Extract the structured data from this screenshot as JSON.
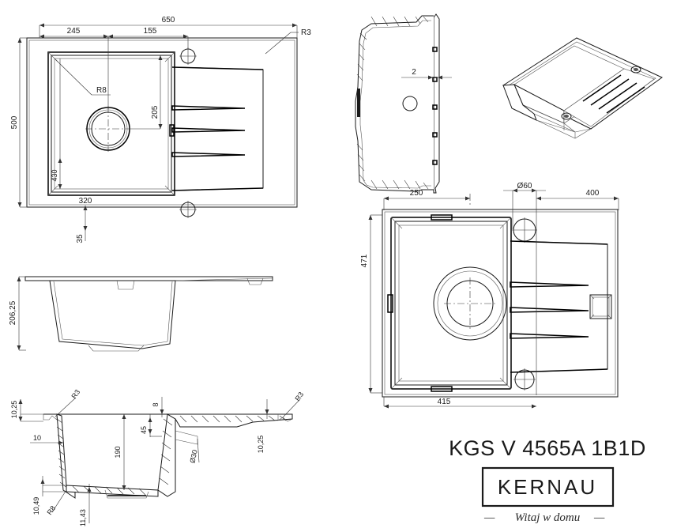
{
  "document": {
    "type": "technical-drawing",
    "title": "KGS V 4565A 1B1D",
    "units": "mm",
    "background_color": "#ffffff",
    "line_color": "#1a1a1a"
  },
  "branding": {
    "model_code": "KGS V 4565A 1B1D",
    "brand_name": "KERNAU",
    "slogan": "Witaj w domu",
    "slogan_dash_left": "—",
    "slogan_dash_right": "—"
  },
  "views": {
    "top_view": {
      "name": "top-view",
      "label": "",
      "dimensions": {
        "overall_width": "650",
        "overall_height": "500",
        "bowl_offset_left": "245",
        "drain_offset": "155",
        "radius_outer": "R3",
        "radius_inner": "R8",
        "drain_from_top": "205",
        "bowl_inner_height": "430",
        "bowl_inner_width": "320",
        "bowl_bottom_offset": "35"
      }
    },
    "front_section_view": {
      "name": "front-section-view",
      "dimensions": {
        "overall_depth": "206,25"
      }
    },
    "cross_section_view": {
      "name": "cross-section-view",
      "dimensions": {
        "flange_left": "10,25",
        "radius_top_left": "R3",
        "wall_thickness": "10",
        "base_thickness_left": "10,49",
        "radius_bottom_left": "R8",
        "base_thickness": "11,43",
        "bowl_depth": "190",
        "overflow_height": "45",
        "groove_depth": "8",
        "overflow_diameter": "Ø30",
        "flange_right": "10,25",
        "radius_top_right": "R3"
      }
    },
    "side_section_view": {
      "name": "side-section-view",
      "dimensions": {
        "wall_thickness": "2"
      }
    },
    "isometric_view": {
      "name": "isometric-view",
      "label": ""
    },
    "cutout_view": {
      "name": "cutout-template-view",
      "dimensions": {
        "left_segment": "250",
        "tap_hole_diameter": "Ø60",
        "right_segment": "400",
        "cutout_height": "471",
        "cutout_width": "415"
      }
    }
  }
}
